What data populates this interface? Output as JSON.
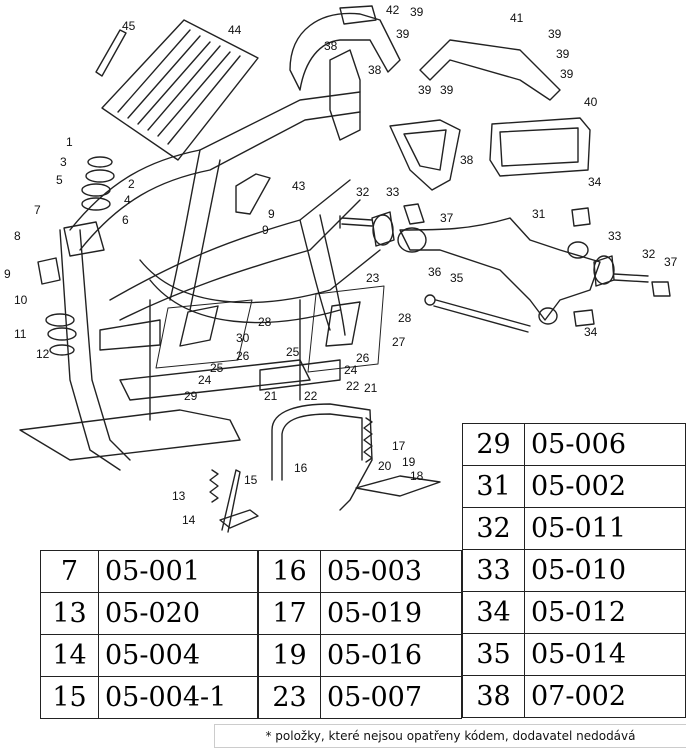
{
  "callouts": [
    "1",
    "2",
    "3",
    "4",
    "5",
    "6",
    "7",
    "8",
    "9",
    "9",
    "9",
    "10",
    "11",
    "12",
    "13",
    "14",
    "15",
    "16",
    "17",
    "18",
    "19",
    "20",
    "21",
    "21",
    "22",
    "22",
    "23",
    "24",
    "24",
    "25",
    "25",
    "26",
    "26",
    "27",
    "28",
    "28",
    "29",
    "30",
    "31",
    "32",
    "32",
    "33",
    "33",
    "34",
    "34",
    "35",
    "36",
    "37",
    "37",
    "38",
    "38",
    "38",
    "39",
    "39",
    "39",
    "39",
    "39",
    "39",
    "39",
    "40",
    "41",
    "42",
    "43",
    "44",
    "45"
  ],
  "tables": [
    {
      "rows": [
        [
          "7",
          "05-001"
        ],
        [
          "13",
          "05-020"
        ],
        [
          "14",
          "05-004"
        ],
        [
          "15",
          "05-004-1"
        ]
      ]
    },
    {
      "rows": [
        [
          "16",
          "05-003"
        ],
        [
          "17",
          "05-019"
        ],
        [
          "19",
          "05-016"
        ],
        [
          "23",
          "05-007"
        ]
      ]
    },
    {
      "rows": [
        [
          "29",
          "05-006"
        ],
        [
          "31",
          "05-002"
        ],
        [
          "32",
          "05-011"
        ],
        [
          "33",
          "05-010"
        ],
        [
          "34",
          "05-012"
        ],
        [
          "35",
          "05-014"
        ],
        [
          "38",
          "07-002"
        ]
      ]
    }
  ],
  "footnote": "* položky, které nejsou opatřeny kódem, dodavatel nedodává"
}
